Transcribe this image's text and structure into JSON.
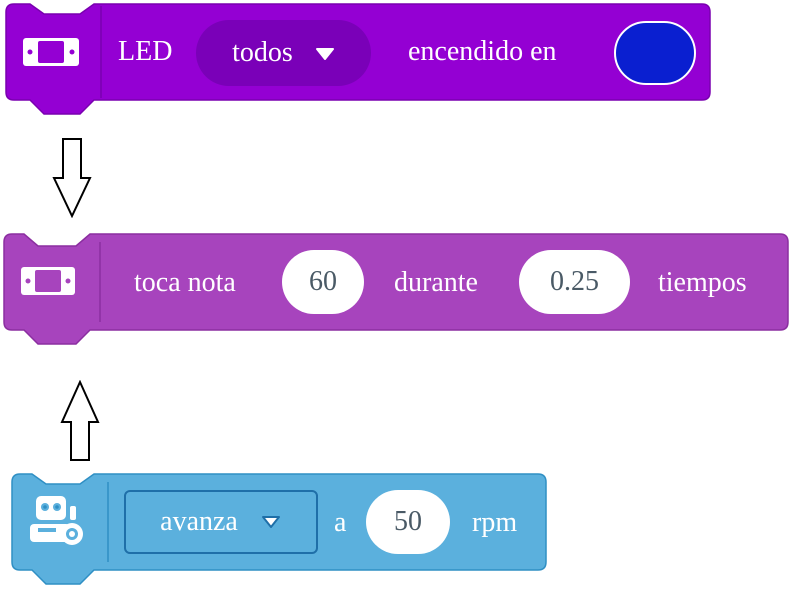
{
  "blocks": {
    "led": {
      "label": "LED",
      "dropdown_value": "todos",
      "suffix": "encendido en",
      "color_value": "#0a1fd0",
      "fill": "#9400d3",
      "icon": "device-icon"
    },
    "note": {
      "label": "toca nota",
      "note_value": "60",
      "middle": "durante",
      "beats_value": "0.25",
      "suffix": "tiempos",
      "fill": "#a744bd",
      "icon": "device-icon"
    },
    "move": {
      "dropdown_value": "avanza",
      "middle": "a",
      "speed_value": "50",
      "suffix": "rpm",
      "fill": "#5bb0dd",
      "icon": "robot-icon"
    }
  },
  "arrows": {
    "top": "down-arrow",
    "bottom": "up-arrow"
  }
}
